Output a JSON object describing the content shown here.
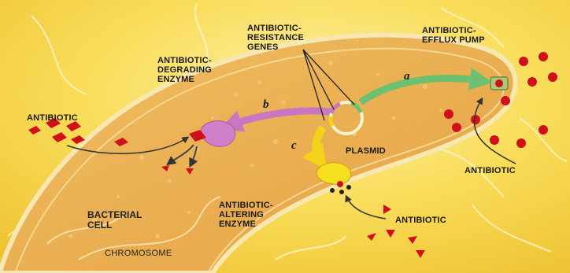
{
  "labels": {
    "genes": [
      "ANTIBIOTIC-",
      "RESISTANCE",
      "GENES"
    ],
    "pump": [
      "ANTIBIOTIC-",
      "EFFLUX PUMP"
    ],
    "degrading": [
      "ANTIBIOTIC-",
      "DEGRADING",
      "ENZYME"
    ],
    "antibiotic_left": "ANTIBIOTIC",
    "plasmid": "PLASMID",
    "antibiotic_right": "ANTIBIOTIC",
    "altering": [
      "ANTIBIOTIC-",
      "ALTERING",
      "ENZYME"
    ],
    "antibiotic_bottom": "ANTIBIOTIC",
    "bacterial_cell": [
      "BACTERIAL",
      "CELL"
    ],
    "chromosome": "CHROMOSOME"
  },
  "pathways": {
    "a": "a",
    "b": "b",
    "c": "c"
  },
  "colors": {
    "background": "#f7d84a",
    "cell_body": "#e7ad4e",
    "antibiotic": "#d0101a",
    "pathway_a": "#6cc070",
    "pathway_b": "#c878c0",
    "pathway_c": "#f4d21a",
    "degrading_enzyme": "#d080c8",
    "altering_enzyme": "#f5e020"
  }
}
